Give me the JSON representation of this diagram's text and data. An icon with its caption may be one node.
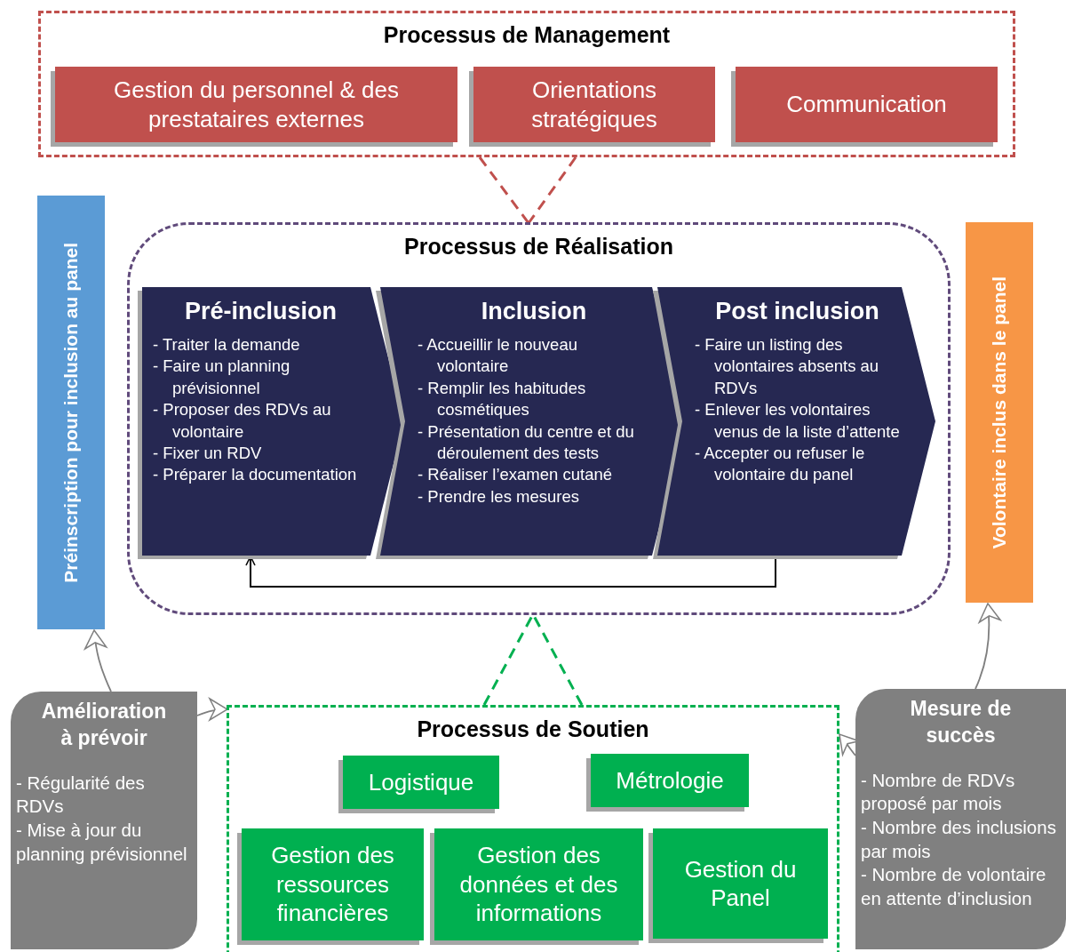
{
  "diagram": {
    "nodes": [
      {
        "text": [
          "Processus de Management"
        ]
      },
      {
        "text": [
          "Gestion du personnel & des prestataires externes"
        ],
        "in": 0
      },
      {
        "text": [
          "Orientations stratégiques"
        ],
        "in": 0
      },
      {
        "text": [
          "Communication"
        ],
        "in": 0
      },
      {
        "text": [
          "Processus de Réalisation"
        ]
      },
      {
        "text": [
          "Pré-inclusion",
          "- Traiter la demande",
          "- Faire un planning prévisionnel",
          "- Proposer des RDVs au volontaire",
          "- Fixer un RDV",
          "- Préparer la documentation"
        ],
        "in": 4
      },
      {
        "text": [
          "Inclusion",
          "- Accueillir le nouveau volontaire",
          "- Remplir les habitudes cosmétiques",
          "- Présentation du centre et du déroulement des tests",
          "- Réaliser l’examen cutané",
          "- Prendre les mesures"
        ],
        "in": 4
      },
      {
        "text": [
          "Post inclusion",
          "- Faire un listing des volontaires absents au RDVs",
          "- Enlever les volontaires venus de la liste d’attente",
          "- Accepter ou refuser le volontaire du panel"
        ],
        "in": 4
      },
      {
        "text": [
          "Préinscription pour inclusion au panel"
        ]
      },
      {
        "text": [
          "Volontaire inclus dans le panel"
        ]
      },
      {
        "text": [
          "Processus de Soutien"
        ]
      },
      {
        "text": [
          "Logistique"
        ],
        "in": 10
      },
      {
        "text": [
          "Métrologie"
        ],
        "in": 10
      },
      {
        "text": [
          "Gestion des ressources financières"
        ],
        "in": 10
      },
      {
        "text": [
          "Gestion des données et des informations"
        ],
        "in": 10
      },
      {
        "text": [
          "Gestion du Panel"
        ],
        "in": 10
      },
      {
        "text": [
          "Amélioration à prévoir",
          "- Régularité des RDVs",
          "- Mise à jour du planning prévisionnel"
        ]
      },
      {
        "text": [
          "Mesure de succès",
          "- Nombre de RDVs proposé par mois",
          "- Nombre des inclusions par mois",
          "- Nombre de volontaire en attente d’inclusion"
        ]
      }
    ],
    "edges": [
      {
        "from": 0,
        "to": 4,
        "arrow": "none",
        "style": "dashed",
        "color": "#c0504d"
      },
      {
        "from": 10,
        "to": 4,
        "arrow": "none",
        "style": "dashed",
        "color": "#00b050"
      },
      {
        "from": 7,
        "to": 5,
        "arrow": "to",
        "color": "#000000"
      },
      {
        "from": 16,
        "to": 8,
        "arrow": "to"
      },
      {
        "from": 16,
        "to": 10,
        "arrow": "to"
      },
      {
        "from": 17,
        "to": 9,
        "arrow": "to"
      },
      {
        "from": 17,
        "to": 10,
        "arrow": "to"
      }
    ]
  }
}
